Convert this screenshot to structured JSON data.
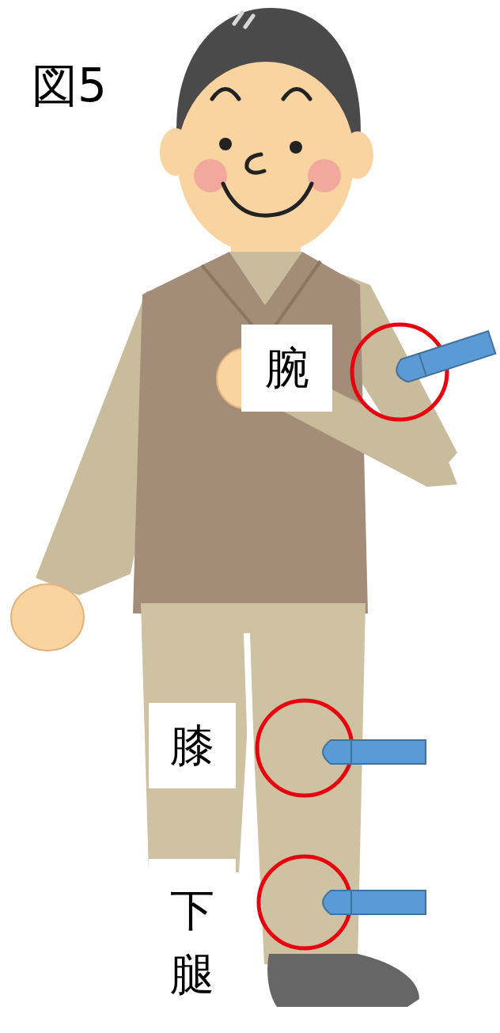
{
  "diagram": {
    "title": "図5",
    "labels": [
      "腕",
      "膝",
      "下腿"
    ]
  }
}
